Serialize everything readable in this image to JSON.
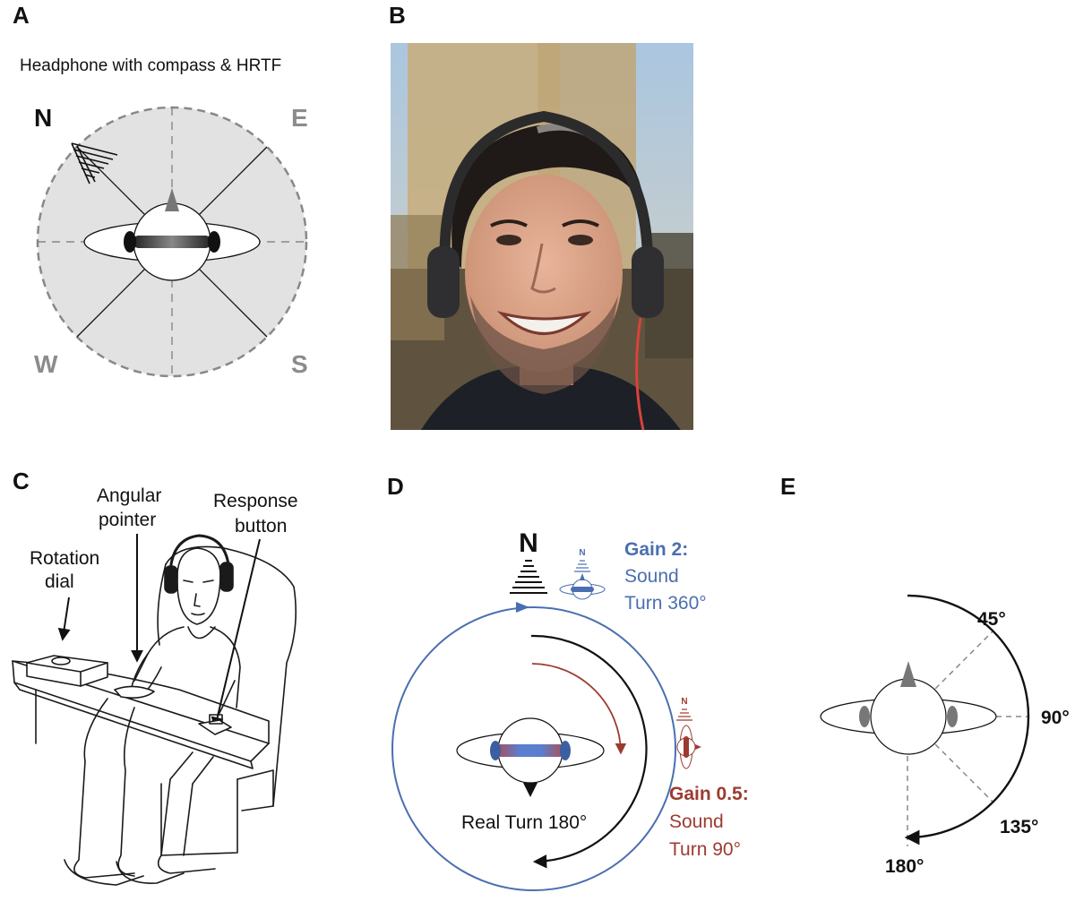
{
  "colors": {
    "blue": "#4a6fb0",
    "red": "#9c3b30",
    "compass_fill": "#e2e2e2",
    "grey_letters": "#8c8c8c"
  },
  "panel_labels": {
    "a": "A",
    "b": "B",
    "c": "C",
    "d": "D",
    "e": "E"
  },
  "panel_a": {
    "title": "Headphone with compass & HRTF",
    "north": "N",
    "east": "E",
    "west": "W",
    "south": "S"
  },
  "panel_b": {
    "image": "photo-of-smiling-man-wearing-headphones"
  },
  "panel_c": {
    "rotation_dial": [
      "Rotation",
      "dial"
    ],
    "angular_pointer": [
      "Angular",
      "pointer"
    ],
    "response_button": [
      "Response",
      "button"
    ]
  },
  "panel_d": {
    "north": "N",
    "icon_north": "N",
    "gain2_title": "Gain 2:",
    "gain2_line1": "Sound",
    "gain2_line2": "Turn 360°",
    "gain05_title": "Gain 0.5:",
    "gain05_line1": "Sound",
    "gain05_line2": "Turn 90°",
    "real_turn": "Real Turn 180°"
  },
  "panel_e": {
    "angles": [
      "45°",
      "90°",
      "135°",
      "180°"
    ]
  }
}
